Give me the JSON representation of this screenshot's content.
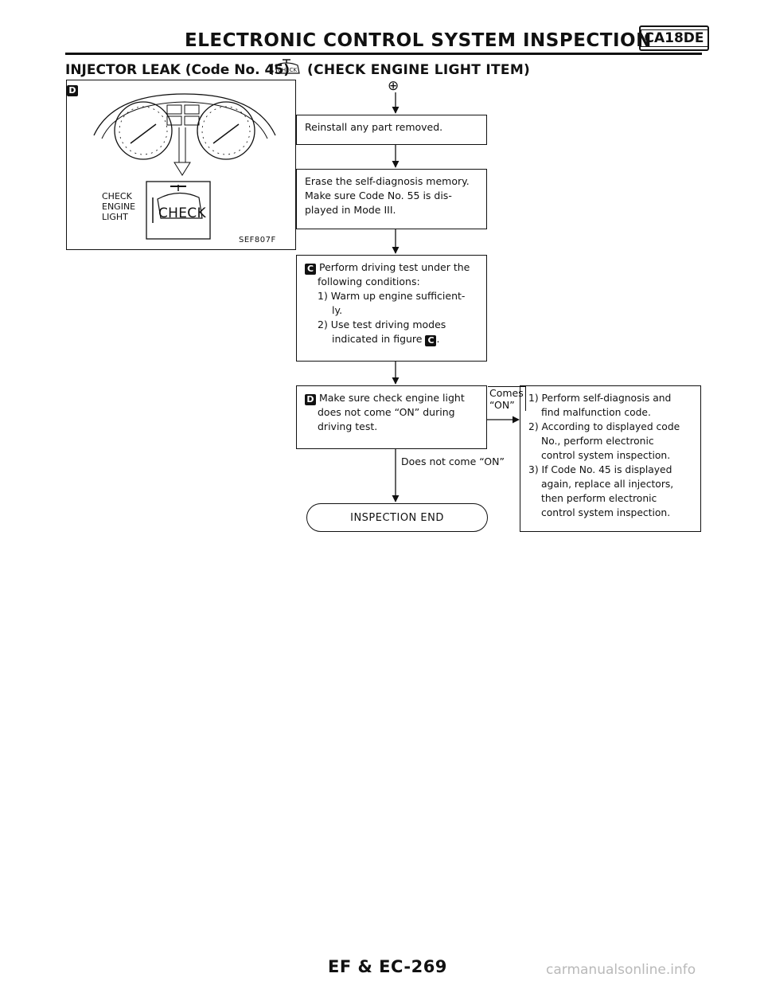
{
  "header": {
    "title": "ELECTRONIC CONTROL SYSTEM INSPECTION",
    "engine_badge": "CA18DE"
  },
  "subtitle": {
    "lead": "INJECTOR LEAK (Code No. 45)",
    "icon": "check-engine-icon",
    "tail": "(CHECK ENGINE LIGHT ITEM)"
  },
  "figure": {
    "marker": "D",
    "label_lines": [
      "CHECK",
      "ENGINE",
      "LIGHT"
    ],
    "lamp_text": "CHECK",
    "code": "SEF807F"
  },
  "flowchart": {
    "start_symbol": "⊕",
    "step1": "Reinstall any part removed.",
    "step2": [
      "Erase the self-diagnosis memory.",
      "Make sure Code No. 55 is dis-",
      "played in Mode III."
    ],
    "step3": {
      "marker": "C",
      "lines": [
        "Perform driving test under the",
        "following conditions:"
      ],
      "items": [
        "1) Warm up engine sufficient-",
        "ly.",
        "2) Use test driving modes",
        "indicated in figure"
      ],
      "figure_ref": "C"
    },
    "step4": {
      "marker": "D",
      "lines": [
        "Make sure check engine light",
        "does not come “ON” during",
        "driving test."
      ]
    },
    "branch_yes": [
      "Comes",
      "“ON”"
    ],
    "branch_no": "Does not come “ON”",
    "result_box": [
      "1) Perform self-diagnosis and",
      "find malfunction code.",
      "2) According to displayed code",
      "No., perform electronic",
      "control system inspection.",
      "3) If Code No. 45 is displayed",
      "again, replace all injectors,",
      "then perform electronic",
      "control system inspection."
    ],
    "end": "INSPECTION END"
  },
  "footer": {
    "page": "EF & EC-269",
    "watermark": "carmanualsonline.info"
  }
}
